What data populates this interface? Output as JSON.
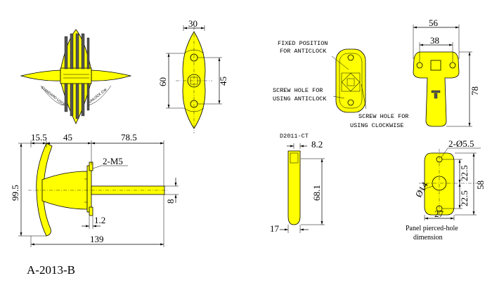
{
  "model_number": "A-2013-B",
  "top_view": {
    "arc_text_left": "STANDARD LOCK",
    "arc_text_right": "UNLOCK CW"
  },
  "front_view": {
    "width": "30",
    "height": "60",
    "hole_spacing": "45"
  },
  "side_view": {
    "flange": "15.5",
    "neck": "45",
    "shaft": "78.5",
    "overall_height": "99.5",
    "thread": "2-M5",
    "shaft_dia": "8",
    "plate": "1.2",
    "overall_length": "139"
  },
  "rear_view": {
    "note_fixed": [
      "FIXED POSITION",
      "FOR  ANTICLOCK"
    ],
    "note_screw_anticlock": [
      "SCREW HOLE FOR",
      "USING ANTICLOCK"
    ],
    "note_screw_clockwise": [
      "SCREW HOLE FOR",
      "USING CLOCKWISE"
    ]
  },
  "cam": {
    "code": "D2011-CT",
    "thickness": "8.2",
    "length": "68.1",
    "width": "17"
  },
  "bracket": {
    "width": "56",
    "hole_spacing": "38",
    "height": "78"
  },
  "cutout": {
    "holes": "2-Ø5.5",
    "center_dia": "Ø14",
    "upper": "22.5",
    "lower": "22.5",
    "height": "58",
    "width": "27",
    "caption": [
      "Panel pierced-hole",
      "dimension"
    ]
  }
}
